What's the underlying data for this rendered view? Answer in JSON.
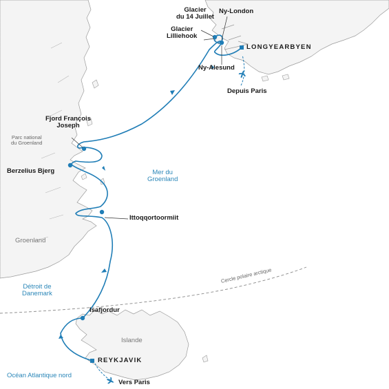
{
  "colors": {
    "route": "#1f7db6",
    "land": "#f4f4f4",
    "coast": "#9a9a9a",
    "sea_text": "#2a86b8",
    "arctic_circle": "#888888"
  },
  "places": {
    "glacier_14_juillet": "Glacier\ndu 14 Juillet",
    "ny_london": "Ny-London",
    "glacier_lilliehook": "Glacier\nLilliehook",
    "longyearbyen": "LONGYEARBYEN",
    "ny_alesund": "Ny-Alesund",
    "fjord_francois_joseph": "Fjord François\nJoseph",
    "berzelius_bjerg": "Berzelius Bjerg",
    "ittoqqortoormiit": "Ittoqqortoormiit",
    "isafjordur": "Isafjordur",
    "reykjavik": "REYKJAVIK"
  },
  "regions": {
    "parc_national": "Parc national\ndu Groenland",
    "groenland": "Groenland",
    "islande": "Islande"
  },
  "seas": {
    "mer_du_groenland": "Mer du\nGroenland",
    "detroit_danemark": "Détroit de\nDanemark",
    "ocean_atlantique": "Océan Atlantique nord"
  },
  "lines": {
    "cercle_polaire": "Cercle polaire arctique"
  },
  "transfers": {
    "depuis_paris": "Depuis Paris",
    "vers_paris": "Vers Paris"
  },
  "icons": {
    "flight_in": "airplane-icon",
    "flight_out": "airplane-icon",
    "port_marker": "square-marker-icon",
    "stop_marker": "dot-marker-icon"
  }
}
